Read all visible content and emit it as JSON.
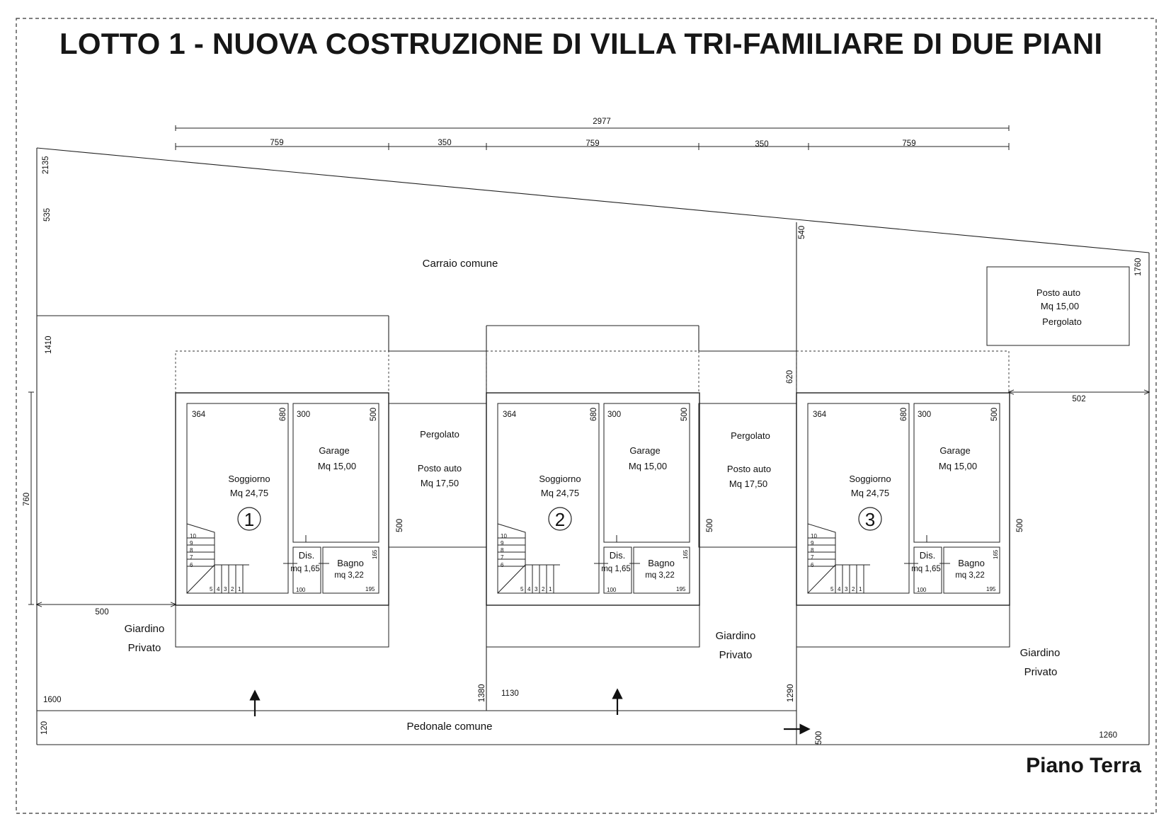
{
  "title": "LOTTO 1 - NUOVA COSTRUZIONE DI VILLA TRI-FAMILIARE DI DUE PIANI",
  "subtitle": "Piano Terra",
  "top_dimensions": {
    "total": "2977",
    "segments": [
      "759",
      "350",
      "759",
      "350",
      "759"
    ]
  },
  "site_dimensions": {
    "left_top": "2135",
    "left_upper": "535",
    "left_mid": "1410",
    "left_block": "760",
    "right_top": "1760",
    "divider_top": "540",
    "divider_mid": "620",
    "right_side": "502",
    "left_side": "500",
    "bottom_left": "1600",
    "bottom_strip": "120",
    "mid_v1": "1380",
    "mid_h": "1130",
    "mid_v2": "1290",
    "bottom_v": "500",
    "bottom_right": "1260",
    "pergola_v": "500"
  },
  "areas": {
    "carraio": "Carraio comune",
    "pedonale": "Pedonale comune",
    "giardino_line1": "Giardino",
    "giardino_line2": "Privato",
    "posto_auto_label": "Posto auto",
    "posto_auto_area": "Mq 15,00",
    "posto_auto_pergolato": "Pergolato",
    "pergolato": "Pergolato",
    "pergola_posto_auto": "Posto auto",
    "pergola_area": "Mq 17,50"
  },
  "unit": {
    "soggiorno_width": "364",
    "soggiorno_depth": "680",
    "soggiorno_name": "Soggiorno",
    "soggiorno_area": "Mq 24,75",
    "garage_width": "300",
    "garage_depth": "500",
    "garage_name": "Garage",
    "garage_area": "Mq 15,00",
    "dis_name": "Dis.",
    "dis_area": "mq 1,65",
    "dis_width": "100",
    "bagno_name": "Bagno",
    "bagno_area": "mq 3,22",
    "bagno_width": "195",
    "bagno_depth": "165",
    "steps": [
      "1",
      "2",
      "3",
      "4",
      "5",
      "6",
      "7",
      "8",
      "9",
      "10"
    ]
  },
  "units": [
    {
      "number": "1"
    },
    {
      "number": "2"
    },
    {
      "number": "3"
    }
  ]
}
